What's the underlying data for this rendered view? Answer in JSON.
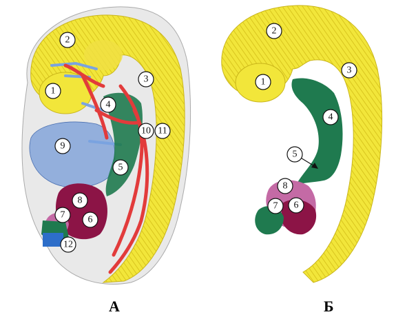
{
  "panels": [
    {
      "label": "А",
      "markers": [
        "1",
        "2",
        "3",
        "4",
        "5",
        "6",
        "7",
        "8",
        "9",
        "10",
        "11",
        "12"
      ]
    },
    {
      "label": "Б",
      "markers": [
        "1",
        "2",
        "3",
        "4",
        "5",
        "6",
        "7",
        "8"
      ]
    }
  ],
  "colors": {
    "neural_tube": "#f2e63a",
    "neural_tube_dark": "#d9c51e",
    "gut": "#1f7a4f",
    "heart_dark": "#8c1446",
    "heart_light": "#c46aa5",
    "vessels": "#e23b3b",
    "blue_structures": "#6e96d6",
    "ectoderm": "#d8d8d8"
  }
}
